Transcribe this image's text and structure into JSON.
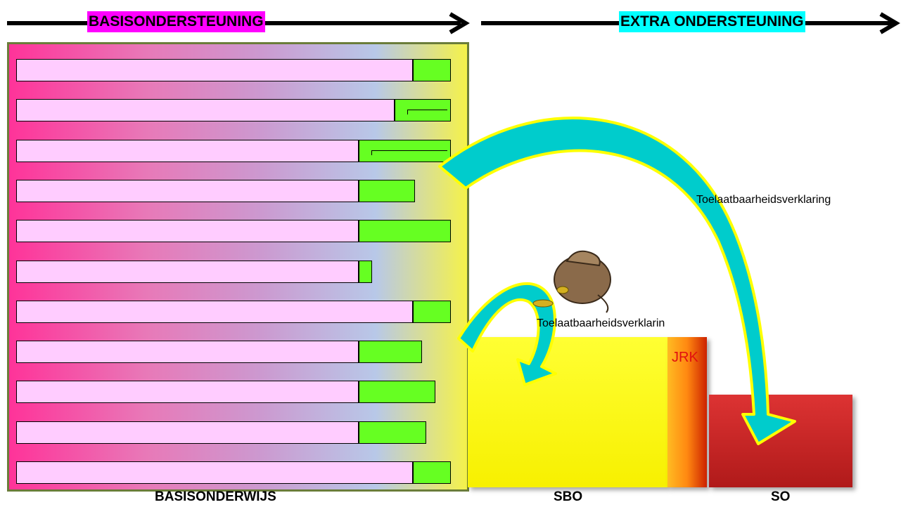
{
  "header": {
    "left_label": "BASISONDERSTEUNING",
    "right_label": "EXTRA ONDERSTEUNING"
  },
  "panel": {
    "bars": [
      {
        "base": 0.88,
        "extension": 0.085
      },
      {
        "base": 0.84,
        "extension": 0.125
      },
      {
        "base": 0.76,
        "extension": 0.205
      },
      {
        "base": 0.76,
        "extension": 0.125
      },
      {
        "base": 0.76,
        "extension": 0.205
      },
      {
        "base": 0.76,
        "extension": 0.03
      },
      {
        "base": 0.88,
        "extension": 0.085
      },
      {
        "base": 0.76,
        "extension": 0.14
      },
      {
        "base": 0.76,
        "extension": 0.17
      },
      {
        "base": 0.76,
        "extension": 0.15
      },
      {
        "base": 0.88,
        "extension": 0.085
      }
    ]
  },
  "boxes": {
    "sbo": "SBO",
    "jrk": "JRK",
    "so": "SO"
  },
  "bottom_labels": {
    "basisonderwijs": "BASISONDERWIJS",
    "sbo": "SBO",
    "so": "SO"
  },
  "annotations": {
    "tlv_so": "Toelaatbaarheidsverklaring",
    "tlv_sbo": "Toelaatbaarheidsverklarin"
  },
  "icons": [
    "money-bag-icon",
    "arrow-right-icon",
    "curved-arrow-icon"
  ],
  "colors": {
    "basis_label_bg": "#ff00ff",
    "extra_label_bg": "#00ffff",
    "bar_fill": "#ffccff",
    "extension_fill": "#66ff22",
    "sbo_fill": "#ffff33",
    "so_fill": "#cc2222",
    "curved_arrow_fill": "#00cccc",
    "curved_arrow_outline": "#ffff00"
  }
}
